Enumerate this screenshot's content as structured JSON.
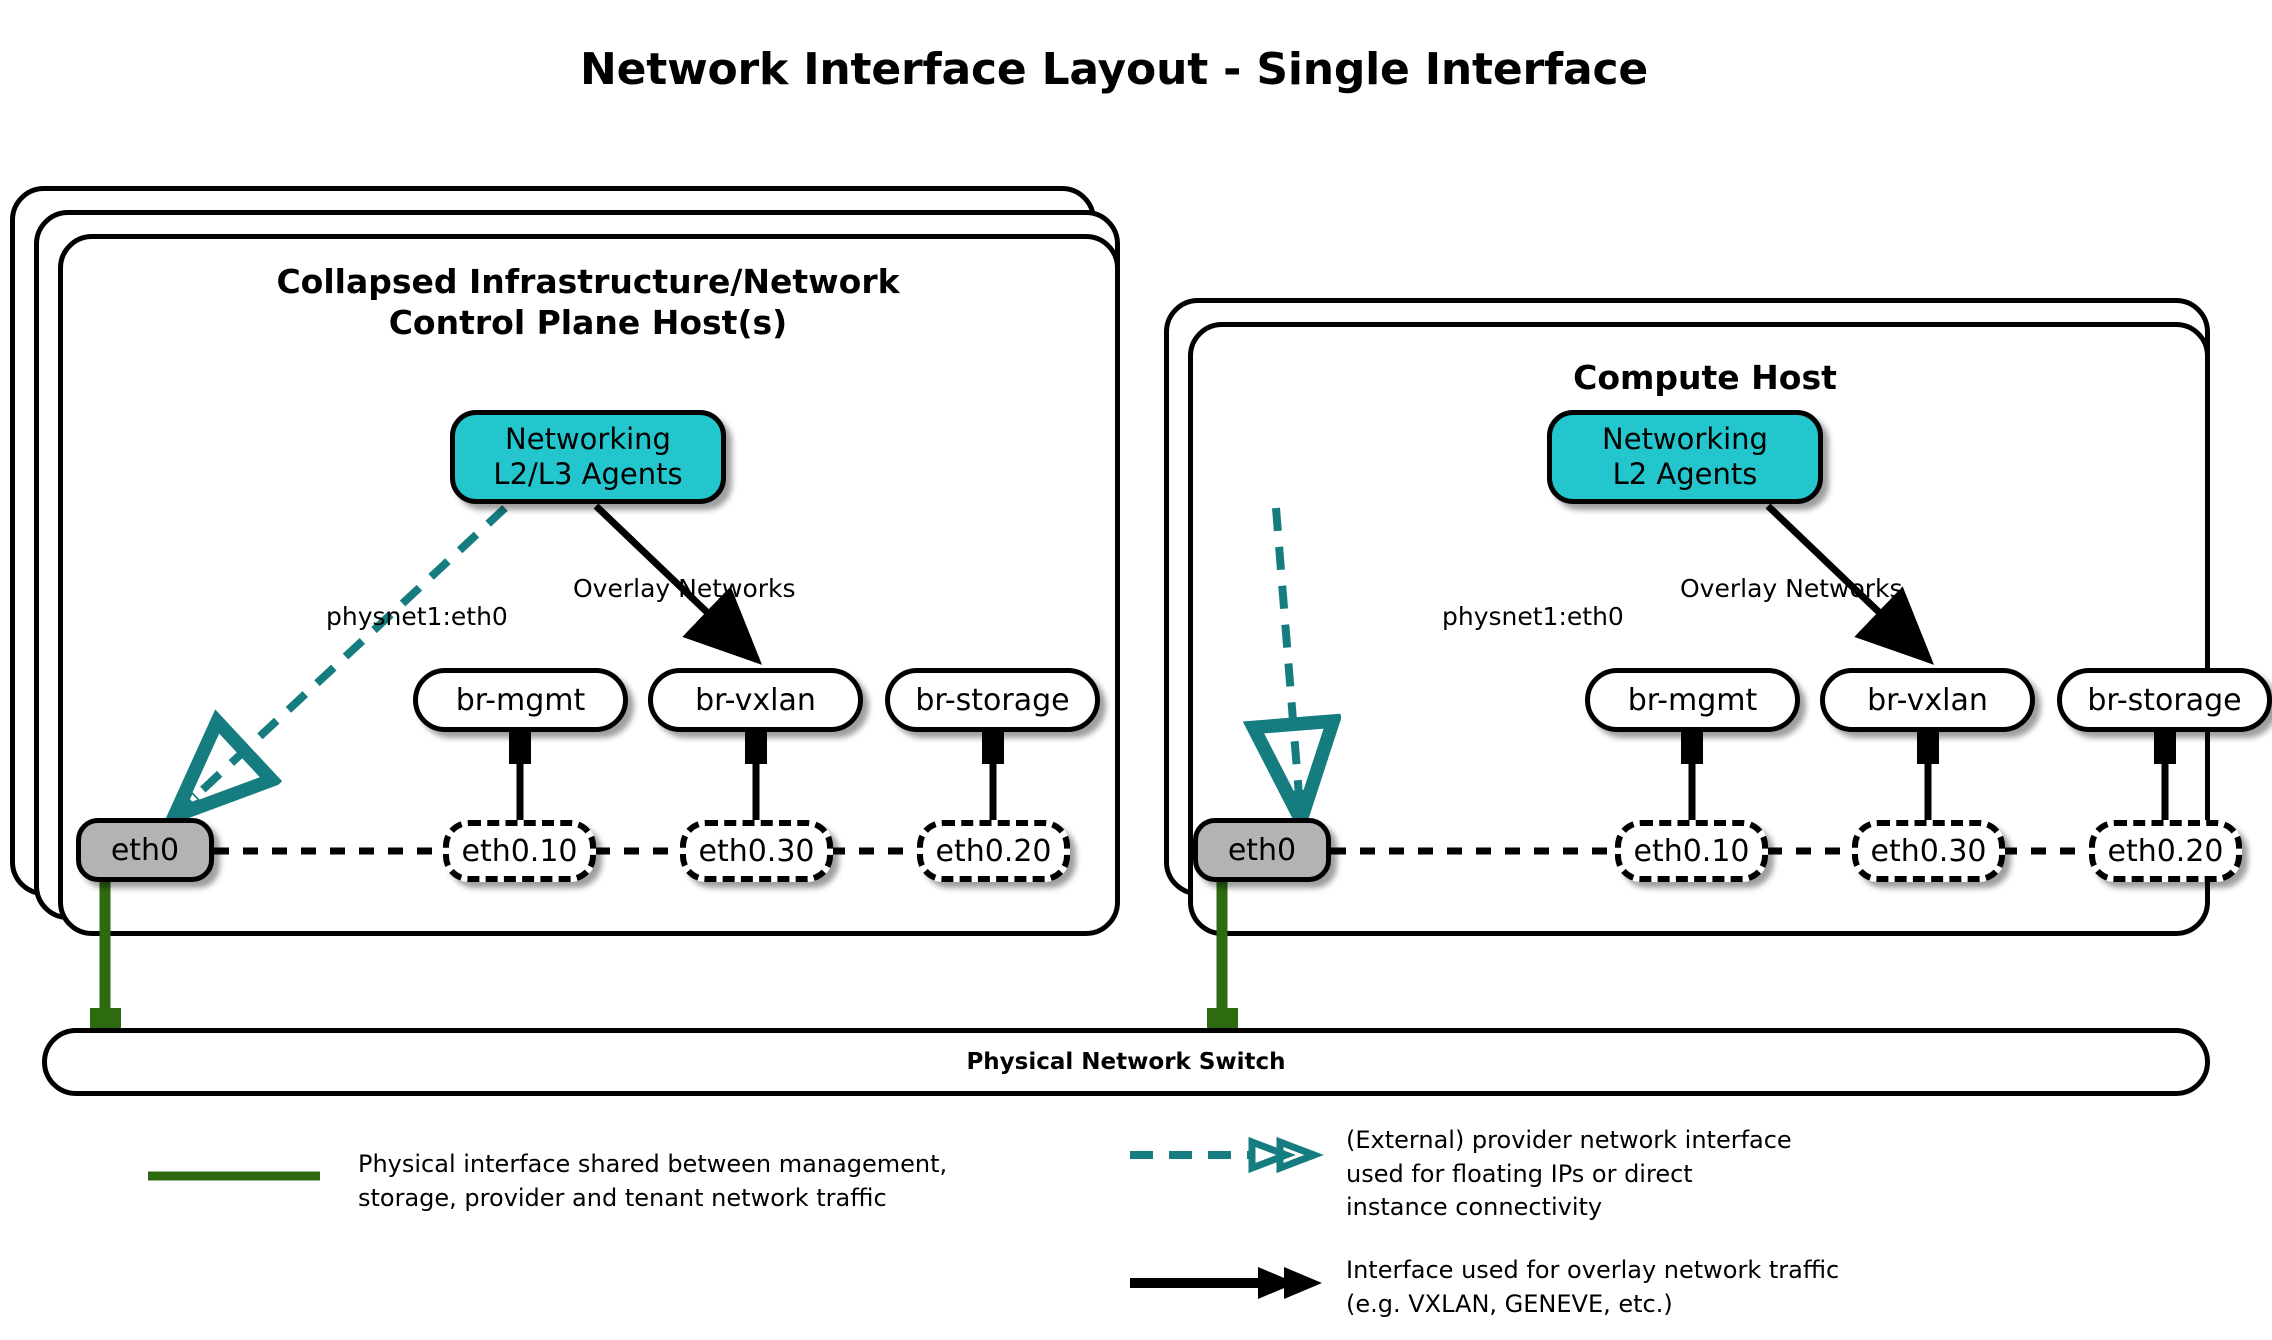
{
  "title": "Network Interface Layout - Single Interface",
  "colors": {
    "agent_fill": "#22c6cc",
    "phys_fill": "#b3b3b3",
    "provider_teal": "#157d80",
    "physical_green": "#2d6a10",
    "stroke": "#000000",
    "background": "#ffffff"
  },
  "hosts": [
    {
      "id": "control-plane",
      "label": "Collapsed Infrastructure/Network\nControl Plane Host(s)",
      "label_line1": "Collapsed Infrastructure/Network",
      "label_line2": "Control Plane Host(s)",
      "stack_layers": 3,
      "agents": {
        "line1": "Networking",
        "line2": "L2/L3 Agents"
      },
      "provider_caption": "physnet1:eth0",
      "overlay_caption": "Overlay Networks",
      "physical_interface": "eth0",
      "bridges": [
        "br-mgmt",
        "br-vxlan",
        "br-storage"
      ],
      "vlans": [
        "eth0.10",
        "eth0.30",
        "eth0.20"
      ]
    },
    {
      "id": "compute",
      "label": "Compute Host",
      "label_line1": "Compute Host",
      "label_line2": "",
      "stack_layers": 2,
      "agents": {
        "line1": "Networking",
        "line2": "L2 Agents"
      },
      "provider_caption": "physnet1:eth0",
      "overlay_caption": "Overlay Networks",
      "physical_interface": "eth0",
      "bridges": [
        "br-mgmt",
        "br-vxlan",
        "br-storage"
      ],
      "vlans": [
        "eth0.10",
        "eth0.30",
        "eth0.20"
      ]
    }
  ],
  "switch": {
    "label": "Physical Network Switch"
  },
  "legend": [
    {
      "id": "physical",
      "style": "solid-green-line",
      "text": "Physical interface shared between management,\nstorage, provider and tenant network traffic"
    },
    {
      "id": "provider",
      "style": "dashed-teal-double-arrow",
      "text": "(External) provider network interface\nused for floating IPs or direct\ninstance connectivity"
    },
    {
      "id": "overlay",
      "style": "solid-black-double-arrow",
      "text": "Interface used for overlay network traffic\n(e.g. VXLAN, GENEVE, etc.)"
    }
  ]
}
